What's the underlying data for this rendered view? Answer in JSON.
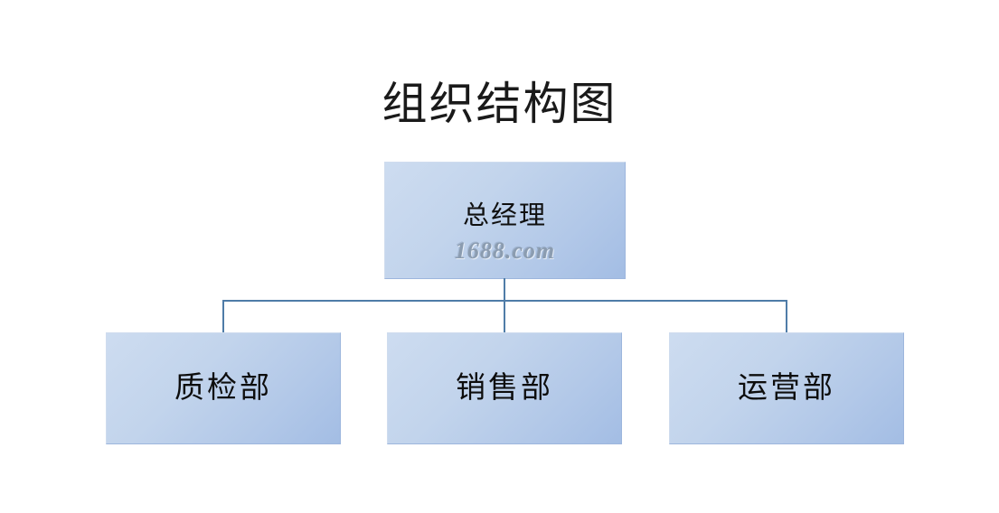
{
  "title": "组织结构图",
  "colors": {
    "node_fill_light": "#cddcf0",
    "node_fill_dark": "#a3bde4",
    "connector": "#4f7ca8",
    "text": "#101010",
    "watermark": "#8b9cb0",
    "background": "#ffffff"
  },
  "root": {
    "label": "总经理",
    "watermark": "1688.com"
  },
  "children": [
    {
      "label": "质检部"
    },
    {
      "label": "销售部"
    },
    {
      "label": "运营部"
    }
  ]
}
